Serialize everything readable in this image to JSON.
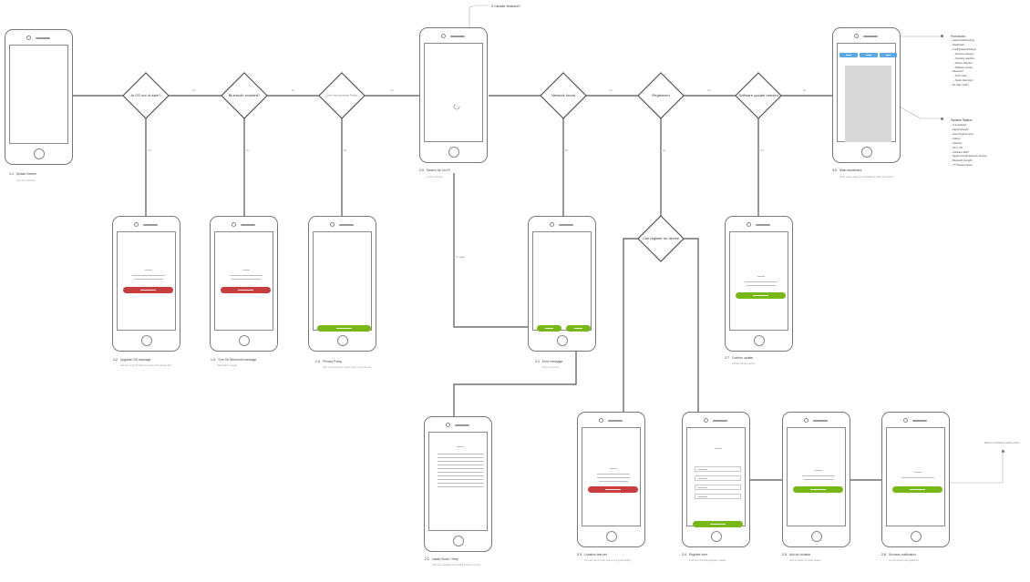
{
  "decisions": {
    "os_outdated": "Is OS out of date?",
    "bluetooth": "Bluetooth enabled?",
    "privacy": "User has accepted Policy",
    "network": "Network found",
    "registered": "Registered",
    "software_update": "Software update needed",
    "can_register": "Can register on device"
  },
  "edge_labels": {
    "yes": "Yes",
    "no": "No",
    "retry": "Try again"
  },
  "timeout_note": "2 minute timeout?",
  "return_note": "Return to Software update check",
  "screens": {
    "s1_1": {
      "num": "1.1",
      "title": "Splash Screen",
      "desc": "Get user's attention"
    },
    "s1_2": {
      "num": "1.2",
      "title": "Upgrade OS message",
      "desc": "User has to go through store-based OS upgrade flow"
    },
    "s1_3": {
      "num": "1.3",
      "title": "Turn On Bluetooth message",
      "desc": "Bluetooth is needed"
    },
    "s1_4": {
      "num": "1.4",
      "title": "Privacy Policy",
      "desc": "User must accept the privacy policy to use the app"
    },
    "s2_0": {
      "num": "2.0",
      "title": "Search for Cel-Fi",
      "desc": "Look for devices"
    },
    "s2_1": {
      "num": "2.1",
      "title": "Error message",
      "desc": "Device not found"
    },
    "s2_2": {
      "num": "2.2",
      "title": "Install Guide / Help",
      "desc": "Help user configure and install the device correctly"
    },
    "s2_3": {
      "num": "2.3",
      "title": "Location test set",
      "desc": "Tell user how to move device for a good reading"
    },
    "s2_4": {
      "num": "2.4",
      "title": "Register form",
      "desc": "Input user info and registration details"
    },
    "s2_5": {
      "num": "2.5",
      "title": "Ask for location",
      "desc": "Ask permission to obtain location"
    },
    "s2_6": {
      "num": "2.6",
      "title": "Success notification",
      "desc": "Let user know it has registered"
    },
    "s2_7": {
      "num": "2.7",
      "title": "Confirm update",
      "desc": "Update software version"
    },
    "s3_0": {
      "num": "3.0",
      "title": "Main dashboard",
      "desc": "Show system status and available functions and options"
    }
  },
  "functions": {
    "heading": "Functions:",
    "items": "– Help/troubleshooting\n– Dashboard\n– Configuration/Settings\n    – Antenna selection\n    – Operator selection\n    – Device selection\n    – Software version\n– Advanced\n    – Tech mode\n    – Super-User login\n– EL safe mode?"
  },
  "system_status": {
    "heading": "System Status:",
    "items": "– Is it working?\n– Signal strength\n– Gain (footprint size)\n– Uptime\n– Operator\n– 3G or 4G\n– Software VER?\n– Signal strength between devices\n– Bluetooth strength\n– ??? Restart device"
  },
  "colors": {
    "red_button": "#c83d3d",
    "green_button": "#78b816",
    "blue_tab": "#5aa8e6",
    "line": "#555555"
  }
}
